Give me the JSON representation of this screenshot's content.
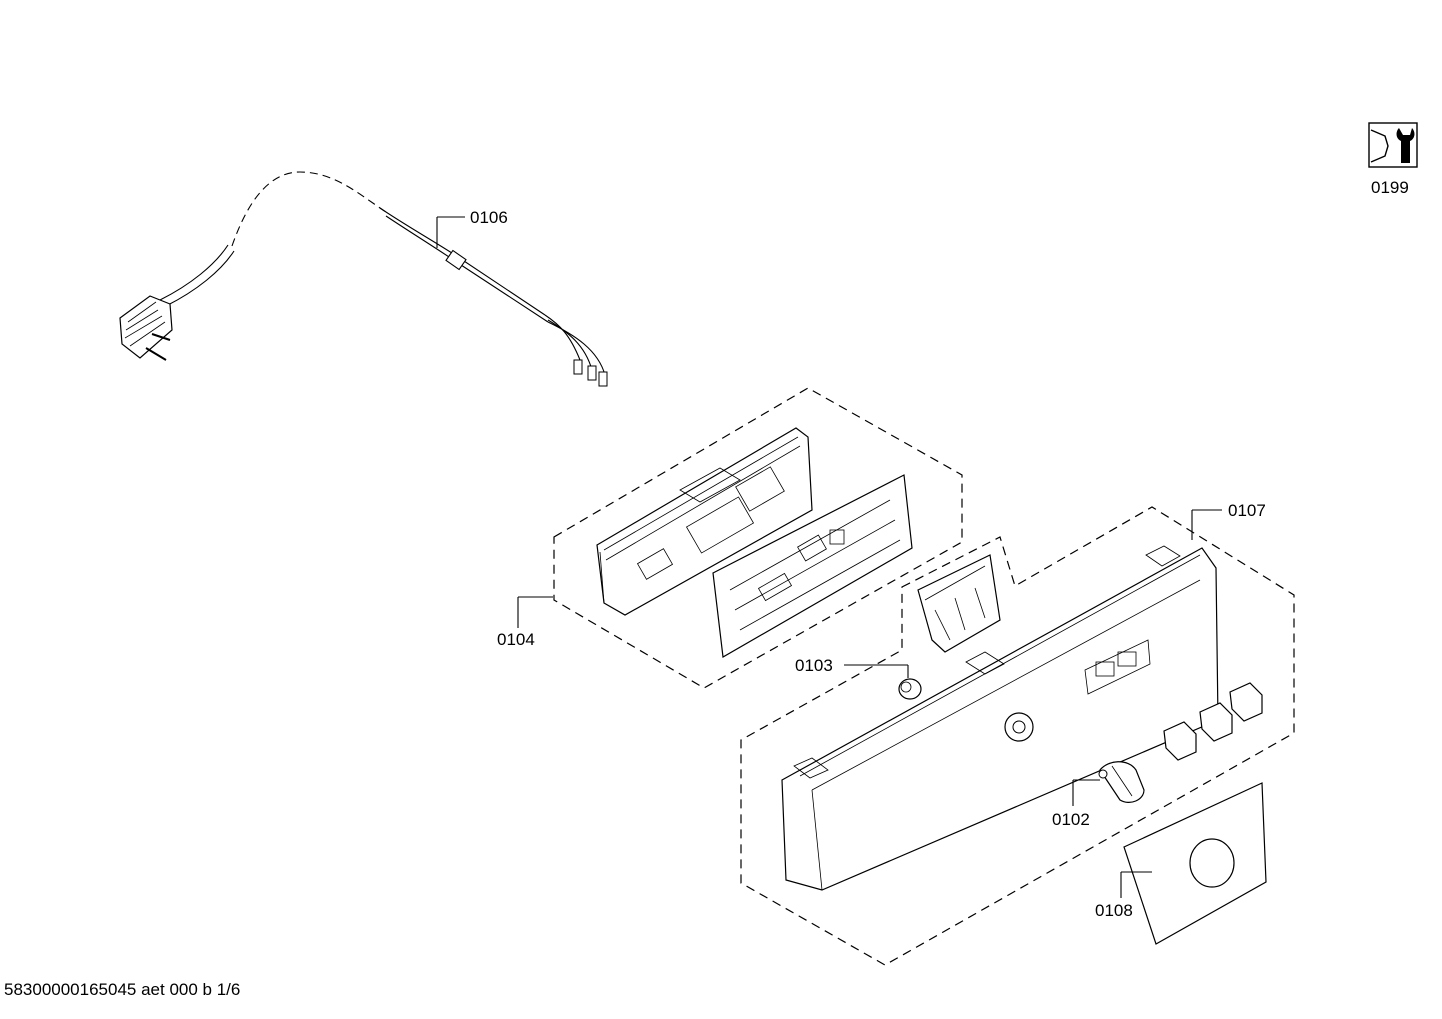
{
  "parts": [
    {
      "id": "0106",
      "label": "0106",
      "name": "power-cord"
    },
    {
      "id": "0107",
      "label": "0107",
      "name": "control-fascia"
    },
    {
      "id": "0104",
      "label": "0104",
      "name": "electronic-module"
    },
    {
      "id": "0103",
      "label": "0103",
      "name": "indicator-lens"
    },
    {
      "id": "0102",
      "label": "0102",
      "name": "selector-knob"
    },
    {
      "id": "0108",
      "label": "0108",
      "name": "fascia-decal"
    },
    {
      "id": "0199",
      "label": "0199",
      "name": "service-tool"
    }
  ],
  "footer": "58300000165045 aet 000 b 1/6",
  "icons": {
    "service": "wrench-nut-icon"
  }
}
